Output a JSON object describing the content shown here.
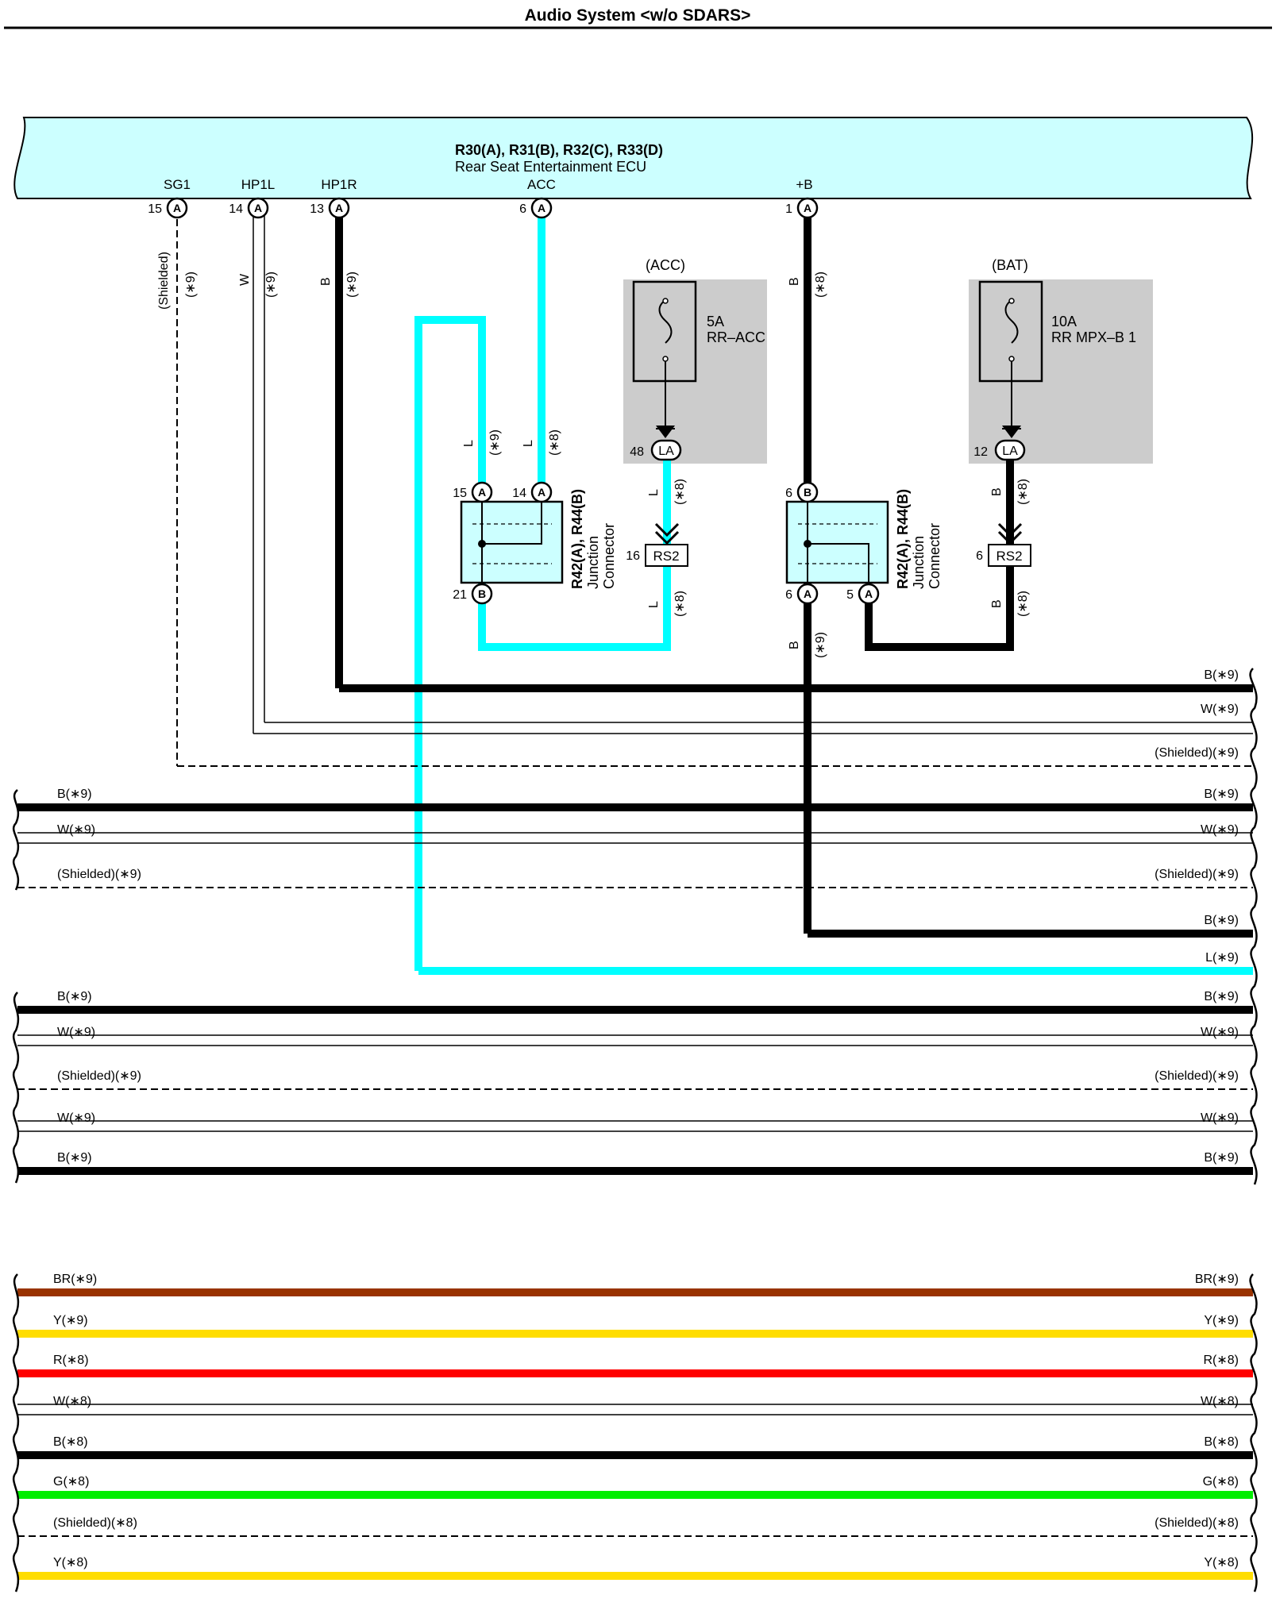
{
  "title": "Audio System <w/o SDARS>",
  "ecu": {
    "name": "R30(A), R31(B), R32(C), R33(D)",
    "description": "Rear Seat Entertainment ECU",
    "pins": [
      {
        "label": "SG1",
        "number": "15",
        "connector": "A"
      },
      {
        "label": "HP1L",
        "number": "14",
        "connector": "A"
      },
      {
        "label": "HP1R",
        "number": "13",
        "connector": "A"
      },
      {
        "label": "ACC",
        "number": "6",
        "connector": "A"
      },
      {
        "label": "+B",
        "number": "1",
        "connector": "A"
      }
    ]
  },
  "fuses": [
    {
      "supply": "(ACC)",
      "rating": "5A",
      "name": "RR–ACC",
      "pin": "48",
      "connector": "LA"
    },
    {
      "supply": "(BAT)",
      "rating": "10A",
      "name": "RR MPX–B 1",
      "pin": "12",
      "connector": "LA"
    }
  ],
  "junction_connectors": [
    {
      "name": "R42(A), R44(B)",
      "line2": "Junction",
      "line3": "Connector",
      "pins": [
        {
          "number": "15",
          "connector": "A"
        },
        {
          "number": "14",
          "connector": "A"
        },
        {
          "number": "21",
          "connector": "B"
        }
      ]
    },
    {
      "name": "R42(A), R44(B)",
      "line2": "Junction",
      "line3": "Connector",
      "pins": [
        {
          "number": "6",
          "connector": "B"
        },
        {
          "number": "6",
          "connector": "A"
        },
        {
          "number": "5",
          "connector": "A"
        }
      ]
    }
  ],
  "relay_connectors": [
    {
      "number": "16",
      "connector": "RS2"
    },
    {
      "number": "6",
      "connector": "RS2"
    }
  ],
  "vertical_wire_labels": [
    {
      "color": "(Shielded)",
      "note": "(∗9)"
    },
    {
      "color": "W",
      "note": "(∗9)"
    },
    {
      "color": "B",
      "note": "(∗9)"
    },
    {
      "color": "B",
      "note": "(∗8)"
    },
    {
      "color": "L",
      "note": "(∗9)"
    },
    {
      "color": "L",
      "note": "(∗8)"
    },
    {
      "color": "L",
      "note": "(∗8)"
    },
    {
      "color": "L",
      "note": "(∗8)"
    },
    {
      "color": "B",
      "note": "(∗9)"
    },
    {
      "color": "B",
      "note": "(∗8)"
    },
    {
      "color": "B",
      "note": "(∗8)"
    }
  ],
  "bus_wires": [
    {
      "left": "",
      "right": "B(∗9)",
      "type": "black"
    },
    {
      "left": "",
      "right": "W(∗9)",
      "type": "white"
    },
    {
      "left": "",
      "right": "(Shielded)(∗9)",
      "type": "shielded"
    },
    {
      "left": "B(∗9)",
      "right": "B(∗9)",
      "type": "black"
    },
    {
      "left": "W(∗9)",
      "right": "W(∗9)",
      "type": "white"
    },
    {
      "left": "(Shielded)(∗9)",
      "right": "(Shielded)(∗9)",
      "type": "shielded"
    },
    {
      "left": "",
      "right": "B(∗9)",
      "type": "black"
    },
    {
      "left": "",
      "right": "L(∗9)",
      "type": "blue"
    },
    {
      "left": "B(∗9)",
      "right": "B(∗9)",
      "type": "black"
    },
    {
      "left": "W(∗9)",
      "right": "W(∗9)",
      "type": "white"
    },
    {
      "left": "(Shielded)(∗9)",
      "right": "(Shielded)(∗9)",
      "type": "shielded"
    },
    {
      "left": "W(∗9)",
      "right": "W(∗9)",
      "type": "white"
    },
    {
      "left": "B(∗9)",
      "right": "B(∗9)",
      "type": "black"
    }
  ],
  "bundle_wires": [
    {
      "left": "BR(∗9)",
      "right": "BR(∗9)",
      "type": "brown"
    },
    {
      "left": "Y(∗9)",
      "right": "Y(∗9)",
      "type": "yellow"
    },
    {
      "left": "R(∗8)",
      "right": "R(∗8)",
      "type": "red"
    },
    {
      "left": "W(∗8)",
      "right": "W(∗8)",
      "type": "white"
    },
    {
      "left": "B(∗8)",
      "right": "B(∗8)",
      "type": "black"
    },
    {
      "left": "G(∗8)",
      "right": "G(∗8)",
      "type": "green"
    },
    {
      "left": "(Shielded)(∗8)",
      "right": "(Shielded)(∗8)",
      "type": "shielded"
    },
    {
      "left": "Y(∗8)",
      "right": "Y(∗8)",
      "type": "yellow"
    }
  ],
  "colors": {
    "ecu_fill": "#ccffff",
    "fuse_box": "#cccccc",
    "junction_fill": "#ccffff",
    "black": "#000000",
    "blue": "#00ffff",
    "brown": "#993300",
    "yellow": "#ffdd00",
    "red": "#ff0000",
    "green": "#00ee00"
  }
}
